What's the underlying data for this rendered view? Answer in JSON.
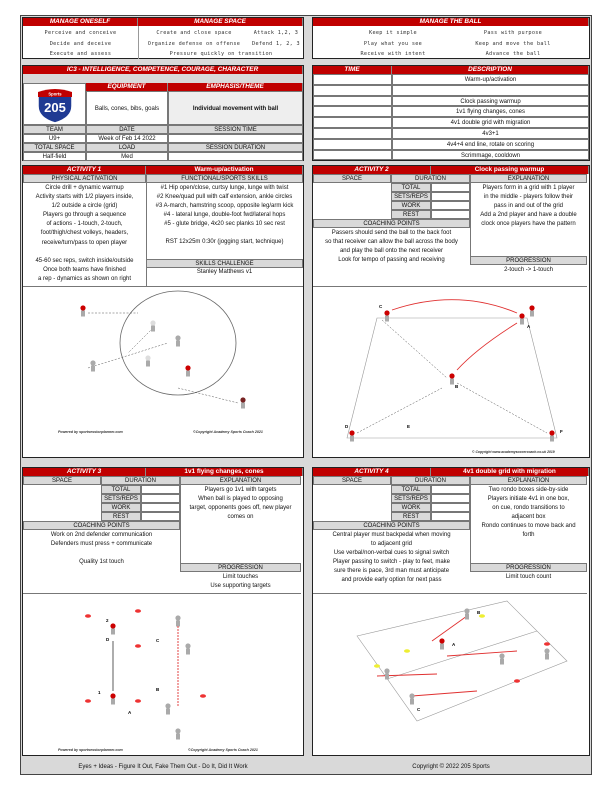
{
  "principles": {
    "manage_oneself": {
      "title": "MANAGE ONESELF",
      "items": [
        "Perceive and conceive",
        "Decide and deceive",
        "Execute and assess"
      ]
    },
    "manage_space": {
      "title": "MANAGE SPACE",
      "items": [
        "Create and close space",
        "Organize defense on offense",
        "Pressure quickly on transition"
      ],
      "side": [
        "Attack 1,2, 3",
        "Defend 1, 2, 3"
      ]
    },
    "manage_ball": {
      "title": "MANAGE THE BALL",
      "left": [
        "Keep it simple",
        "Play what you see",
        "Receive with intent"
      ],
      "right": [
        "Pass with purpose",
        "Keep and move the ball",
        "Advance the ball"
      ]
    }
  },
  "session": {
    "title": "IC3 - INTELLIGENCE, COMPETENCE, COURAGE, CHARACTER",
    "logo": {
      "top": "Sports",
      "number": "205"
    },
    "equipment_label": "EQUIPMENT",
    "equipment": "Balls, cones, bibs, goals",
    "theme_label": "EMPHASIS/THEME",
    "theme": "Individual movement with ball",
    "team_label": "TEAM",
    "team": "U9+",
    "date_label": "DATE",
    "date": "Week of Feb 14 2022",
    "session_time_label": "SESSION TIME",
    "session_time": "",
    "space_label": "TOTAL SPACE",
    "space": "Half-field",
    "load_label": "LOAD",
    "load": "Med",
    "duration_label": "SESSION DURATION",
    "duration": ""
  },
  "schedule": {
    "time_label": "TIME",
    "desc_label": "DESCRIPTION",
    "rows": [
      "Warm-up/activation",
      "",
      "Clock passing warmup",
      "1v1 flying changes, cones",
      "4v1 double grid with migration",
      "4v3+1",
      "4v4+4 end line, rotate on scoring",
      "Scrimmage, cooldown"
    ]
  },
  "labels": {
    "space": "SPACE",
    "duration": "DURATION",
    "explanation": "EXPLANATION",
    "total": "TOTAL",
    "sets": "SETS/REPS",
    "work": "WORK",
    "rest": "REST",
    "coaching": "COACHING POINTS",
    "progression": "PROGRESSION"
  },
  "activity1": {
    "label": "ACTIVITY 1",
    "title": "Warm-up/activation",
    "col1": "PHYSICAL ACTIVATION",
    "col2": "FUNCTIONAL/SPORTS SKILLS",
    "physical": [
      "Circle drill + dynamic warmup",
      "Activity starts with 1/2 players inside,",
      "1/2 outside a circle (grid)",
      "Players go through a sequence",
      "of actions - 1-touch, 2-touch,",
      "foot/thigh/chest volleys, headers,",
      "receive/turn/pass to open player",
      "",
      "45-60 sec reps, switch inside/outside",
      "Once both teams have finished",
      "a rep - dynamics as shown on right"
    ],
    "skills": [
      "#1 Hip open/close, curtsy lunge, lunge with twist",
      "#2 Knee/quad pull with calf extension, ankle circles",
      "#3 A-march, hamstring scoop, opposite leg/arm kick",
      "#4 - lateral lunge, double-foot fwd/lateral hops",
      "#5 - glute bridge, 4x20 sec planks 10 sec rest",
      "",
      "RST 12x25m 0:30r (jogging start, technique)"
    ],
    "challenge_label": "SKILLS CHALLENGE",
    "challenge": "Stanley Matthews v1",
    "credit_left": "Powered by sportsessionplanner.com",
    "credit_right": "©Copyright Academy Sports Coach 2021"
  },
  "activity2": {
    "label": "ACTIVITY 2",
    "title": "Clock passing warmup",
    "explanation": [
      "Players form in a grid with 1 player",
      "in the middle - players follow their",
      "pass in and out of the grid",
      "Add a 2nd player and have a double",
      "clock once players have the pattern"
    ],
    "coaching": [
      "Passers should send the ball to the back foot",
      "so that receiver can allow the ball across the body",
      "and play the ball onto the next receiver",
      "Look for tempo of passing and receiving"
    ],
    "progression": "2-touch -> 1-touch",
    "markers": [
      "A",
      "B",
      "C",
      "D",
      "E",
      "F"
    ],
    "credit": "© Copyright www.academysoccercoach.co.uk 2019"
  },
  "activity3": {
    "label": "ACTIVITY 3",
    "title": "1v1 flying changes, cones",
    "explanation": [
      "Players go 1v1 with targets",
      "When ball is played to opposing",
      "target, opponents goes off, new player",
      "comes on"
    ],
    "coaching": [
      "Work on 2nd defender communication",
      "Defenders must press + communicate",
      "",
      "Quality 1st touch"
    ],
    "progression": [
      "Limit touches",
      "Use supporting targets"
    ],
    "markers": [
      "2",
      "D",
      "C",
      "B",
      "1",
      "A"
    ],
    "credit_left": "Powered by sportsessionplanner.com",
    "credit_right": "©Copyright Academy Sports Coach 2021"
  },
  "activity4": {
    "label": "ACTIVITY 4",
    "title": "4v1 double grid with migration",
    "explanation": [
      "Two rondo boxes side-by-side",
      "Players initiate 4v1 in one box,",
      "on cue, rondo transitions to",
      "adjacent box",
      "Rondo continues to move back and",
      "forth"
    ],
    "coaching": [
      "Central player must backpedal when moving",
      "to adjacent grid",
      "Use verbal/non-verbal cues to signal switch",
      "Player passing to switch - play to feet, make",
      "sure there is pace, 3rd man must anticipate",
      "and provide early option for next pass"
    ],
    "progression": "Limit touch count",
    "markers": [
      "B",
      "A",
      "C"
    ]
  },
  "footer": {
    "left": "Eyes + Ideas - Figure It Out, Fake Them Out - Do It, Did It Work",
    "right": "Copyright © 2022  205 Sports"
  },
  "colors": {
    "header_red": "#c00000",
    "sub_grey": "#d9d9d9"
  }
}
